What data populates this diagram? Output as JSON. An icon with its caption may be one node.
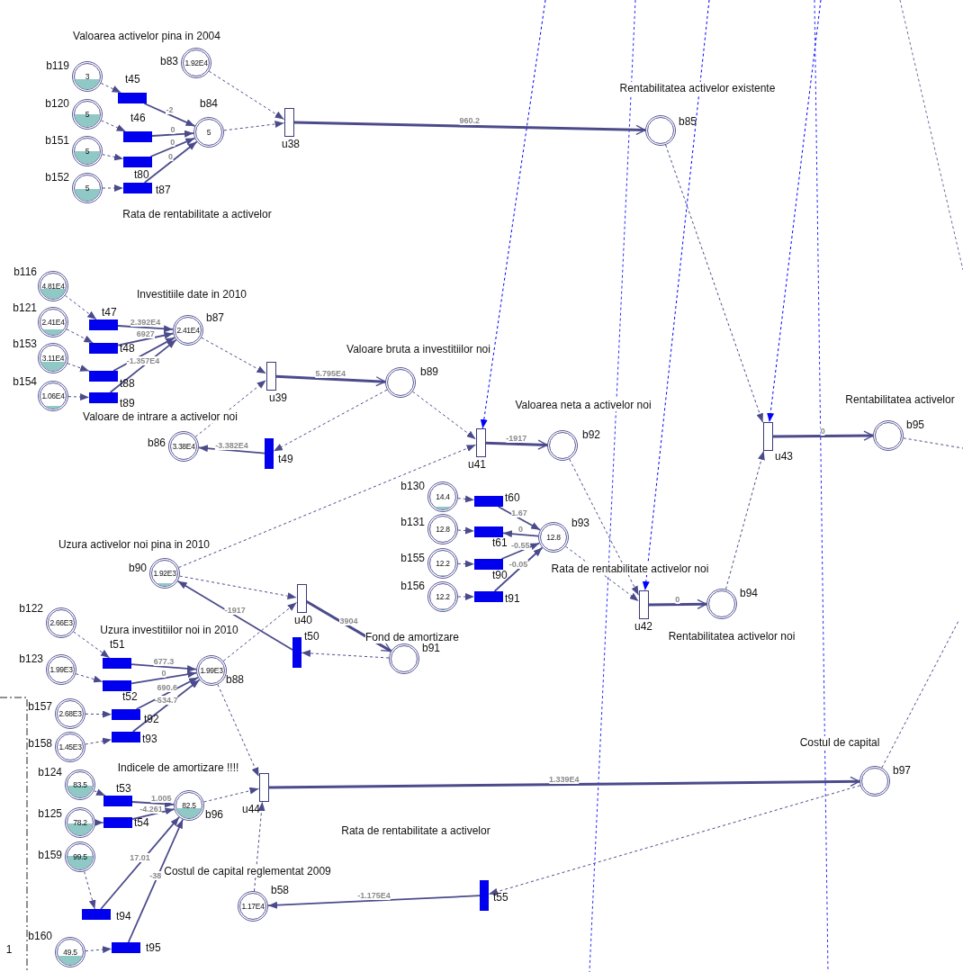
{
  "diagram": {
    "nodes": [
      {
        "text": [
          "3"
        ],
        "beside": [
          "b119"
        ]
      },
      {
        "text": [
          "5"
        ],
        "beside": [
          "b120"
        ]
      },
      {
        "text": [
          "5"
        ],
        "beside": [
          "b151"
        ]
      },
      {
        "text": [
          "5"
        ],
        "beside": [
          "b152"
        ]
      },
      {
        "text": [],
        "shape": "bar",
        "beside": [
          "t45"
        ]
      },
      {
        "text": [],
        "shape": "bar",
        "beside": [
          "t46"
        ]
      },
      {
        "text": [],
        "shape": "bar",
        "beside": [
          "t80"
        ]
      },
      {
        "text": [],
        "shape": "bar",
        "beside": [
          "t87"
        ]
      },
      {
        "text": [
          "1.92E4"
        ],
        "beside": [
          "b83"
        ]
      },
      {
        "text": [
          "5"
        ],
        "beside": [
          "b84"
        ]
      },
      {
        "text": [],
        "shape": "box",
        "beside": [
          "u38"
        ]
      },
      {
        "text": [],
        "shape": "circle",
        "beside": [
          "b85"
        ]
      },
      {
        "text": [
          "4.81E4"
        ],
        "beside": [
          "b116"
        ]
      },
      {
        "text": [
          "2.41E4"
        ],
        "beside": [
          "b121"
        ]
      },
      {
        "text": [
          "3.11E4"
        ],
        "beside": [
          "b153"
        ]
      },
      {
        "text": [
          "1.06E4"
        ],
        "beside": [
          "b154"
        ]
      },
      {
        "text": [],
        "shape": "bar",
        "beside": [
          "t47"
        ]
      },
      {
        "text": [],
        "shape": "bar",
        "beside": [
          "t48"
        ]
      },
      {
        "text": [],
        "shape": "bar",
        "beside": [
          "t88"
        ]
      },
      {
        "text": [],
        "shape": "bar",
        "beside": [
          "t89"
        ]
      },
      {
        "text": [
          "2.41E4"
        ],
        "beside": [
          "b87"
        ]
      },
      {
        "text": [],
        "shape": "box",
        "beside": [
          "u39"
        ]
      },
      {
        "text": [],
        "shape": "circle",
        "beside": [
          "b89"
        ]
      },
      {
        "text": [
          "3.38E4"
        ],
        "beside": [
          "b86"
        ]
      },
      {
        "text": [],
        "shape": "bar",
        "beside": [
          "t49"
        ]
      },
      {
        "text": [],
        "shape": "box",
        "beside": [
          "u41"
        ]
      },
      {
        "text": [],
        "shape": "circle",
        "beside": [
          "b92"
        ]
      },
      {
        "text": [],
        "shape": "box",
        "beside": [
          "u43"
        ]
      },
      {
        "text": [],
        "shape": "circle",
        "beside": [
          "b95"
        ]
      },
      {
        "text": [
          "14.4"
        ],
        "beside": [
          "b130"
        ]
      },
      {
        "text": [
          "12.8"
        ],
        "beside": [
          "b131"
        ]
      },
      {
        "text": [
          "12.2"
        ],
        "beside": [
          "b155"
        ]
      },
      {
        "text": [
          "12.2"
        ],
        "beside": [
          "b156"
        ]
      },
      {
        "text": [],
        "shape": "bar",
        "beside": [
          "t60"
        ]
      },
      {
        "text": [],
        "shape": "bar",
        "beside": [
          "t61"
        ]
      },
      {
        "text": [],
        "shape": "bar",
        "beside": [
          "t90"
        ]
      },
      {
        "text": [],
        "shape": "bar",
        "beside": [
          "t91"
        ]
      },
      {
        "text": [
          "12.8"
        ],
        "beside": [
          "b93"
        ]
      },
      {
        "text": [
          "1.92E3"
        ],
        "beside": [
          "b90"
        ]
      },
      {
        "text": [],
        "shape": "box",
        "beside": [
          "u40"
        ]
      },
      {
        "text": [],
        "shape": "box",
        "beside": [
          "u42"
        ]
      },
      {
        "text": [],
        "shape": "circle",
        "beside": [
          "b94"
        ]
      },
      {
        "text": [
          "2.66E3"
        ],
        "beside": [
          "b122"
        ]
      },
      {
        "text": [
          "1.99E3"
        ],
        "beside": [
          "b123"
        ]
      },
      {
        "text": [
          "2.68E3"
        ],
        "beside": [
          "b157"
        ]
      },
      {
        "text": [
          "1.45E3"
        ],
        "beside": [
          "b158"
        ]
      },
      {
        "text": [],
        "shape": "bar",
        "beside": [
          "t51"
        ]
      },
      {
        "text": [],
        "shape": "bar",
        "beside": [
          "t52"
        ]
      },
      {
        "text": [],
        "shape": "bar",
        "beside": [
          "t92"
        ]
      },
      {
        "text": [],
        "shape": "bar",
        "beside": [
          "t93"
        ]
      },
      {
        "text": [
          "1.99E3"
        ],
        "beside": [
          "b88"
        ]
      },
      {
        "text": [],
        "shape": "bar",
        "beside": [
          "t50"
        ]
      },
      {
        "text": [],
        "shape": "circle",
        "beside": [
          "b91"
        ]
      },
      {
        "text": [
          "83.5"
        ],
        "beside": [
          "b124"
        ]
      },
      {
        "text": [
          "78.2"
        ],
        "beside": [
          "b125"
        ]
      },
      {
        "text": [
          "99.5"
        ],
        "beside": [
          "b159"
        ]
      },
      {
        "text": [],
        "shape": "bar",
        "beside": [
          "t53"
        ]
      },
      {
        "text": [],
        "shape": "bar",
        "beside": [
          "t54"
        ]
      },
      {
        "text": [
          "82.5"
        ],
        "beside": [
          "b96"
        ]
      },
      {
        "text": [],
        "shape": "box",
        "beside": [
          "u44"
        ]
      },
      {
        "text": [],
        "shape": "circle",
        "beside": [
          "b97"
        ]
      },
      {
        "text": [],
        "shape": "bar",
        "beside": [
          "t94"
        ]
      },
      {
        "text": [
          "1.17E4"
        ],
        "beside": [
          "b58"
        ]
      },
      {
        "text": [],
        "shape": "bar",
        "beside": [
          "t55"
        ]
      },
      {
        "text": [],
        "shape": "bar",
        "beside": [
          "t95"
        ]
      },
      {
        "text": [
          "49.5"
        ],
        "beside": [
          "b160"
        ]
      }
    ],
    "edges": [
      {
        "from": 0,
        "to": 4,
        "arrow": "to",
        "style": "dashed"
      },
      {
        "from": 1,
        "to": 5,
        "arrow": "to",
        "style": "dashed"
      },
      {
        "from": 2,
        "to": 6,
        "arrow": "to",
        "style": "dashed"
      },
      {
        "from": 3,
        "to": 7,
        "arrow": "to",
        "style": "dashed"
      },
      {
        "from": 4,
        "to": 9,
        "arrow": "to",
        "label": "-2"
      },
      {
        "from": 5,
        "to": 9,
        "arrow": "to",
        "label": "0"
      },
      {
        "from": 6,
        "to": 9,
        "arrow": "to",
        "label": "0"
      },
      {
        "from": 7,
        "to": 9,
        "arrow": "to",
        "label": "0"
      },
      {
        "from": 8,
        "to": 10,
        "arrow": "to",
        "style": "dashed"
      },
      {
        "from": 9,
        "to": 10,
        "arrow": "to",
        "style": "dashed"
      },
      {
        "from": 10,
        "to": 11,
        "arrow": "to",
        "label": "960.2",
        "style": "thick"
      },
      {
        "from": 12,
        "to": 16,
        "arrow": "to",
        "style": "dashed"
      },
      {
        "from": 13,
        "to": 17,
        "arrow": "to",
        "style": "dashed"
      },
      {
        "from": 14,
        "to": 18,
        "arrow": "to",
        "style": "dashed"
      },
      {
        "from": 15,
        "to": 19,
        "arrow": "to",
        "style": "dashed"
      },
      {
        "from": 16,
        "to": 20,
        "arrow": "to",
        "label": "2.392E4"
      },
      {
        "from": 17,
        "to": 20,
        "arrow": "to",
        "label": "6927"
      },
      {
        "from": 18,
        "to": 20,
        "arrow": "to"
      },
      {
        "from": 19,
        "to": 20,
        "arrow": "to",
        "label": "-1.357E4"
      },
      {
        "from": 20,
        "to": 21,
        "arrow": "to",
        "style": "dashed"
      },
      {
        "from": 23,
        "to": 21,
        "arrow": "to",
        "style": "dashed"
      },
      {
        "from": 21,
        "to": 22,
        "arrow": "to",
        "label": "5.795E4",
        "style": "thick"
      },
      {
        "from": 22,
        "to": 24,
        "arrow": "to",
        "style": "dashed"
      },
      {
        "from": 24,
        "to": 23,
        "arrow": "to",
        "label": "-3.382E4"
      },
      {
        "from": 22,
        "to": 25,
        "arrow": "to",
        "style": "dashed"
      },
      {
        "from": 38,
        "to": 25,
        "arrow": "to",
        "style": "dashed"
      },
      {
        "from": null,
        "to": 25,
        "arrow": "to",
        "style": "dashed",
        "color": "#0000ff"
      },
      {
        "from": 25,
        "to": 26,
        "arrow": "to",
        "label": "-1917",
        "style": "thick"
      },
      {
        "from": 26,
        "to": 40,
        "arrow": "to",
        "style": "dashed"
      },
      {
        "from": 37,
        "to": 40,
        "arrow": "to",
        "style": "dashed"
      },
      {
        "from": null,
        "to": 40,
        "arrow": "to",
        "style": "dashed",
        "color": "#0000ff"
      },
      {
        "from": 40,
        "to": 41,
        "arrow": "to",
        "label": "0",
        "style": "thick"
      },
      {
        "from": 11,
        "to": 27,
        "arrow": "to",
        "style": "dashed"
      },
      {
        "from": null,
        "to": 27,
        "arrow": "to",
        "style": "dashed",
        "color": "#0000ff"
      },
      {
        "from": 41,
        "to": 27,
        "arrow": "to",
        "style": "dashed"
      },
      {
        "from": 27,
        "to": 28,
        "arrow": "to",
        "label": "0",
        "style": "thick"
      },
      {
        "from": 28,
        "to": null,
        "arrow": "none",
        "style": "dashed"
      },
      {
        "from": 29,
        "to": 33,
        "arrow": "to",
        "style": "dashed"
      },
      {
        "from": 30,
        "to": 34,
        "arrow": "to",
        "style": "dashed"
      },
      {
        "from": 31,
        "to": 35,
        "arrow": "to",
        "style": "dashed"
      },
      {
        "from": 32,
        "to": 36,
        "arrow": "to",
        "style": "dashed"
      },
      {
        "from": 33,
        "to": 37,
        "arrow": "to",
        "label": "1.67"
      },
      {
        "from": 37,
        "to": 34,
        "arrow": "to",
        "label": "0"
      },
      {
        "from": 35,
        "to": 37,
        "arrow": "to",
        "label": "-0.55"
      },
      {
        "from": 36,
        "to": 37,
        "arrow": "to",
        "label": "-0.05"
      },
      {
        "from": 38,
        "to": 39,
        "arrow": "to",
        "style": "dashed"
      },
      {
        "from": 50,
        "to": 39,
        "arrow": "to",
        "style": "dashed"
      },
      {
        "from": 39,
        "to": 52,
        "arrow": "to",
        "label": "3904",
        "style": "thick"
      },
      {
        "from": 52,
        "to": 51,
        "arrow": "to",
        "style": "dashed"
      },
      {
        "from": 51,
        "to": 38,
        "arrow": "to",
        "label": "-1917"
      },
      {
        "from": 42,
        "to": 46,
        "arrow": "to",
        "style": "dashed"
      },
      {
        "from": 43,
        "to": 47,
        "arrow": "to",
        "style": "dashed"
      },
      {
        "from": 44,
        "to": 48,
        "arrow": "to",
        "style": "dashed"
      },
      {
        "from": 45,
        "to": 49,
        "arrow": "to",
        "style": "dashed"
      },
      {
        "from": 46,
        "to": 50,
        "arrow": "to",
        "label": "677.3"
      },
      {
        "from": 47,
        "to": 50,
        "arrow": "to",
        "label": "0"
      },
      {
        "from": 48,
        "to": 50,
        "arrow": "to",
        "label": "690.6"
      },
      {
        "from": 49,
        "to": 50,
        "arrow": "to",
        "label": "-534.7"
      },
      {
        "from": 50,
        "to": 59,
        "arrow": "to",
        "style": "dashed"
      },
      {
        "from": 58,
        "to": 59,
        "arrow": "to",
        "style": "dashed"
      },
      {
        "from": 62,
        "to": 59,
        "arrow": "to",
        "style": "dashed"
      },
      {
        "from": 59,
        "to": 60,
        "arrow": "to",
        "label": "1.339E4",
        "style": "thick"
      },
      {
        "from": 60,
        "to": 63,
        "arrow": "to",
        "style": "dashed"
      },
      {
        "from": 63,
        "to": 62,
        "arrow": "to",
        "label": "-1.175E4"
      },
      {
        "from": 60,
        "to": null,
        "arrow": "none",
        "style": "dashed"
      },
      {
        "from": 53,
        "to": 56,
        "arrow": "to",
        "style": "dashed"
      },
      {
        "from": 54,
        "to": 57,
        "arrow": "to",
        "style": "dashed"
      },
      {
        "from": 55,
        "to": 61,
        "arrow": "to",
        "style": "dashed"
      },
      {
        "from": 65,
        "to": 64,
        "arrow": "to",
        "style": "dashed"
      },
      {
        "from": 56,
        "to": 58,
        "arrow": "to",
        "label": "1.005"
      },
      {
        "from": 57,
        "to": 58,
        "arrow": "to",
        "label": "-4.261"
      },
      {
        "from": 61,
        "to": 58,
        "arrow": "to",
        "label": "17.01"
      },
      {
        "from": 64,
        "to": 58,
        "arrow": "to",
        "label": "-38"
      }
    ],
    "labels": [
      "Valoarea activelor pina in 2004",
      "Rata de rentabilitate a activelor",
      "Rentabilitatea activelor existente",
      "Investitiile date in 2010",
      "Valoare bruta a investitiilor noi",
      "Valoare de intrare a activelor noi",
      "Valoarea neta a activelor noi",
      "Rentabilitatea activelor",
      "Uzura activelor noi pina in 2010",
      "Rata de rentabilitate activelor noi",
      "Uzura investitiilor noi in 2010",
      "Fond de amortizare",
      "Rentabilitatea activelor noi",
      "Costul de capital",
      "Indicele de amortizare !!!!",
      "Rata de rentabilitate a activelor",
      "Costul de capital reglementat 2009",
      "1"
    ]
  }
}
